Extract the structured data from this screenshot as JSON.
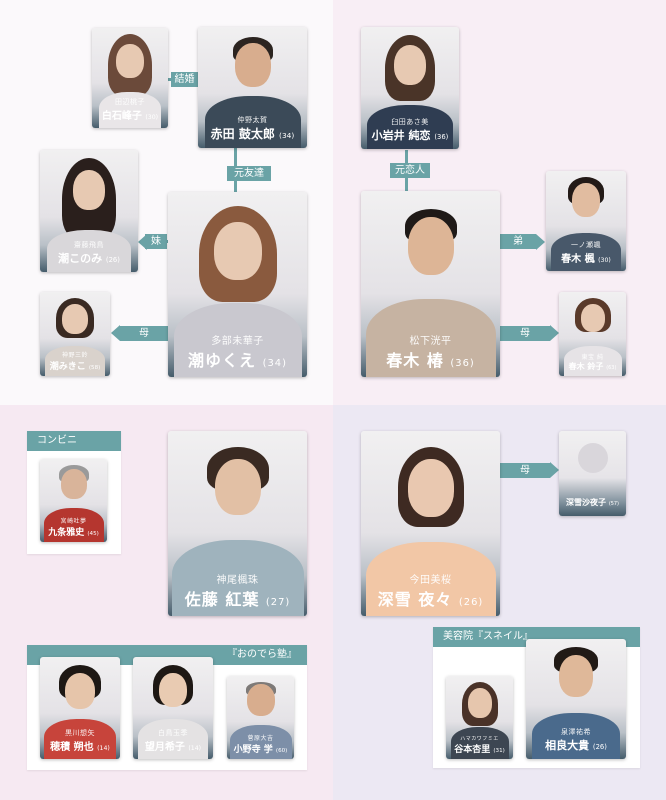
{
  "relations": {
    "marriage": "結婚",
    "ex_friend": "元友達",
    "sister": "妹",
    "mother": "母",
    "ex_lover": "元恋人",
    "brother": "弟",
    "mother2": "母",
    "mother3": "母"
  },
  "people": {
    "shiraishi": {
      "actor": "田辺桃子",
      "role": "白石峰子",
      "age": "(30)"
    },
    "akata": {
      "actor": "仲野太賀",
      "role": "赤田 鼓太郎",
      "age": "(34)"
    },
    "konomi": {
      "actor": "齋藤飛鳥",
      "role": "潮このみ",
      "age": "(26)"
    },
    "yukue": {
      "actor": "多部未華子",
      "role": "潮ゆくえ",
      "age": "(34)"
    },
    "mikiko": {
      "actor": "神野三鈴",
      "role": "潮みきこ",
      "age": "(58)"
    },
    "koiwai": {
      "actor": "臼田あさ美",
      "role": "小岩井 純恋",
      "age": "(36)"
    },
    "tsubaki": {
      "actor": "松下洸平",
      "role": "春木 椿",
      "age": "(36)"
    },
    "kaede": {
      "actor": "一ノ瀬颯",
      "role": "春木 楓",
      "age": "(30)"
    },
    "suzuko": {
      "actor": "東宝 純",
      "role": "春木 鈴子",
      "age": "(63)"
    },
    "kujo": {
      "actor": "宮崎吐夢",
      "role": "九条雅史",
      "age": "(45)"
    },
    "sato": {
      "actor": "神尾楓珠",
      "role": "佐藤 紅葉",
      "age": "(27)"
    },
    "yoyo": {
      "actor": "今田美桜",
      "role": "深雪 夜々",
      "age": "(26)"
    },
    "sayoko": {
      "actor": "",
      "role": "深雪沙夜子",
      "age": "(57)"
    },
    "hozumi": {
      "actor": "黒川想矢",
      "role": "穂積 朔也",
      "age": "(14)"
    },
    "mochizuki": {
      "actor": "白鳥玉季",
      "role": "望月希子",
      "age": "(14)"
    },
    "onodera": {
      "actor": "菅原大吉",
      "role": "小野寺 学",
      "age": "(60)"
    },
    "tanimoto": {
      "actor": "ハマカワフミエ",
      "role": "谷本杏里",
      "age": "(31)"
    },
    "sagara": {
      "actor": "泉澤祐希",
      "role": "相良大貴",
      "age": "(26)"
    }
  },
  "groups": {
    "convenience": "コンビニ",
    "juku": "『おのでら塾』",
    "salon": "美容院『スネイル』"
  },
  "colors": {
    "accent": "#6aa3a6"
  }
}
